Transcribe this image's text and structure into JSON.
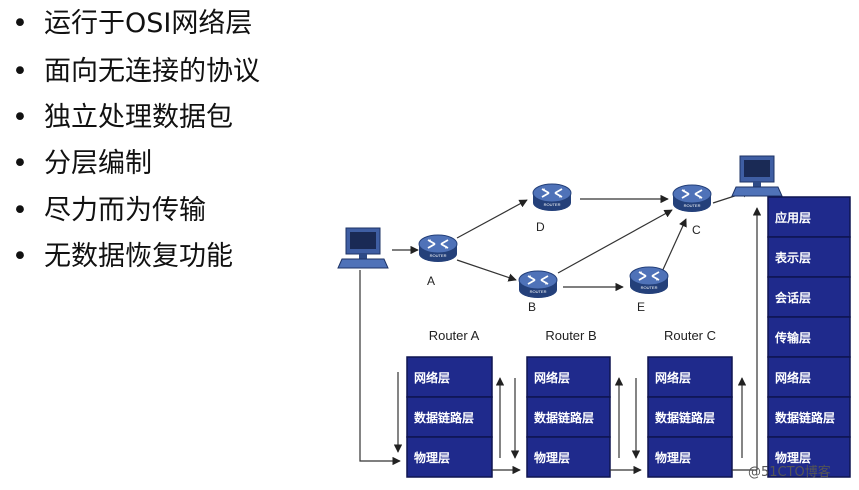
{
  "bullets": [
    {
      "symbol": "•",
      "text": "运行于OSI网络层"
    },
    {
      "symbol": "•",
      "text": "面向无连接的协议"
    },
    {
      "symbol": "•",
      "text": "独立处理数据包"
    },
    {
      "symbol": "•",
      "text": "分层编制"
    },
    {
      "symbol": "•",
      "text": "尽力而为传输"
    },
    {
      "symbol": "•",
      "text": "无数据恢复功能"
    }
  ],
  "diagram": {
    "nodes": {
      "a": "A",
      "b": "B",
      "c": "C",
      "d": "D",
      "e": "E"
    },
    "router_icon_text": "ROUTER",
    "router_labels": {
      "a": "Router A",
      "b": "Router B",
      "c": "Router C"
    },
    "router_stack": [
      "网络层",
      "数据链路层",
      "物理层"
    ],
    "host_stack": [
      "应用层",
      "表示层",
      "会话层",
      "传输层",
      "网络层",
      "数据链路层",
      "物理层"
    ]
  },
  "watermark": "@51CTO博客",
  "colors": {
    "stack_fill": "#1f2a8c",
    "stack_border": "#0f1450",
    "router_fill": "#3f5ea3",
    "pc_fill": "#2e4a86"
  }
}
